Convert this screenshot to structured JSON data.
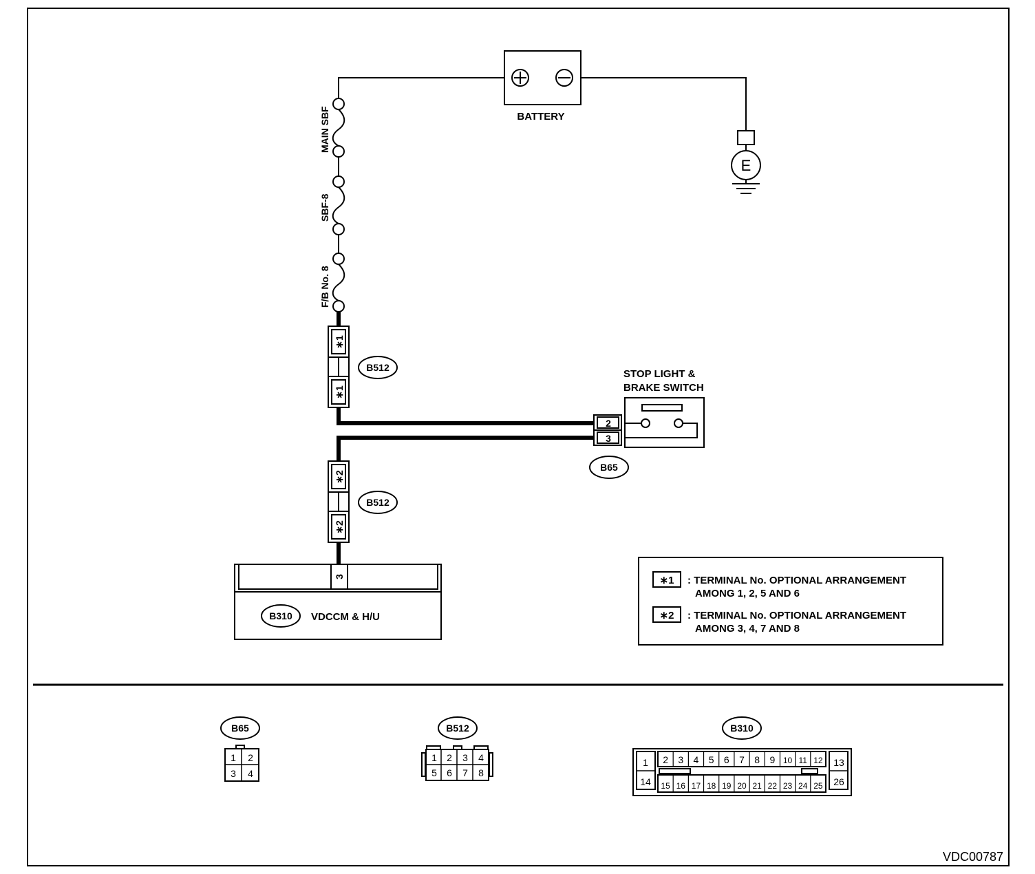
{
  "battery": {
    "label": "BATTERY",
    "plus": "+",
    "minus": "−"
  },
  "ground": {
    "label": "E"
  },
  "fuses": [
    {
      "label": "MAIN SBF"
    },
    {
      "label": "SBF-8"
    },
    {
      "label": "F/B No. 8"
    }
  ],
  "connector_b512_upper": {
    "badge": "B512",
    "pin_top": "∗1",
    "pin_bottom": "∗1"
  },
  "connector_b512_lower": {
    "badge": "B512",
    "pin_top": "∗2",
    "pin_bottom": "∗2"
  },
  "stop_light_switch": {
    "label_line1": "STOP LIGHT &",
    "label_line2": "BRAKE SWITCH",
    "connector": "B65",
    "pins": [
      "2",
      "3"
    ]
  },
  "module": {
    "badge": "B310",
    "label": "VDCCM & H/U",
    "pin": "3"
  },
  "legend": {
    "items": [
      {
        "marker": "∗1",
        "line1": ": TERMINAL No. OPTIONAL ARRANGEMENT",
        "line2": "AMONG 1, 2, 5 AND 6"
      },
      {
        "marker": "∗2",
        "line1": ": TERMINAL No. OPTIONAL ARRANGEMENT",
        "line2": "AMONG 3, 4, 7 AND 8"
      }
    ]
  },
  "connector_views": {
    "b65": {
      "badge": "B65",
      "pins": [
        "1",
        "2",
        "3",
        "4"
      ]
    },
    "b512": {
      "badge": "B512",
      "pins": [
        "1",
        "2",
        "3",
        "4",
        "5",
        "6",
        "7",
        "8"
      ]
    },
    "b310": {
      "badge": "B310",
      "top_row": [
        "2",
        "3",
        "4",
        "5",
        "6",
        "7",
        "8",
        "9",
        "10",
        "11",
        "12"
      ],
      "bottom_row": [
        "15",
        "16",
        "17",
        "18",
        "19",
        "20",
        "21",
        "22",
        "23",
        "24",
        "25"
      ],
      "left": [
        "1",
        "14"
      ],
      "right": [
        "13",
        "26"
      ]
    }
  },
  "figure_code": "VDC00787"
}
